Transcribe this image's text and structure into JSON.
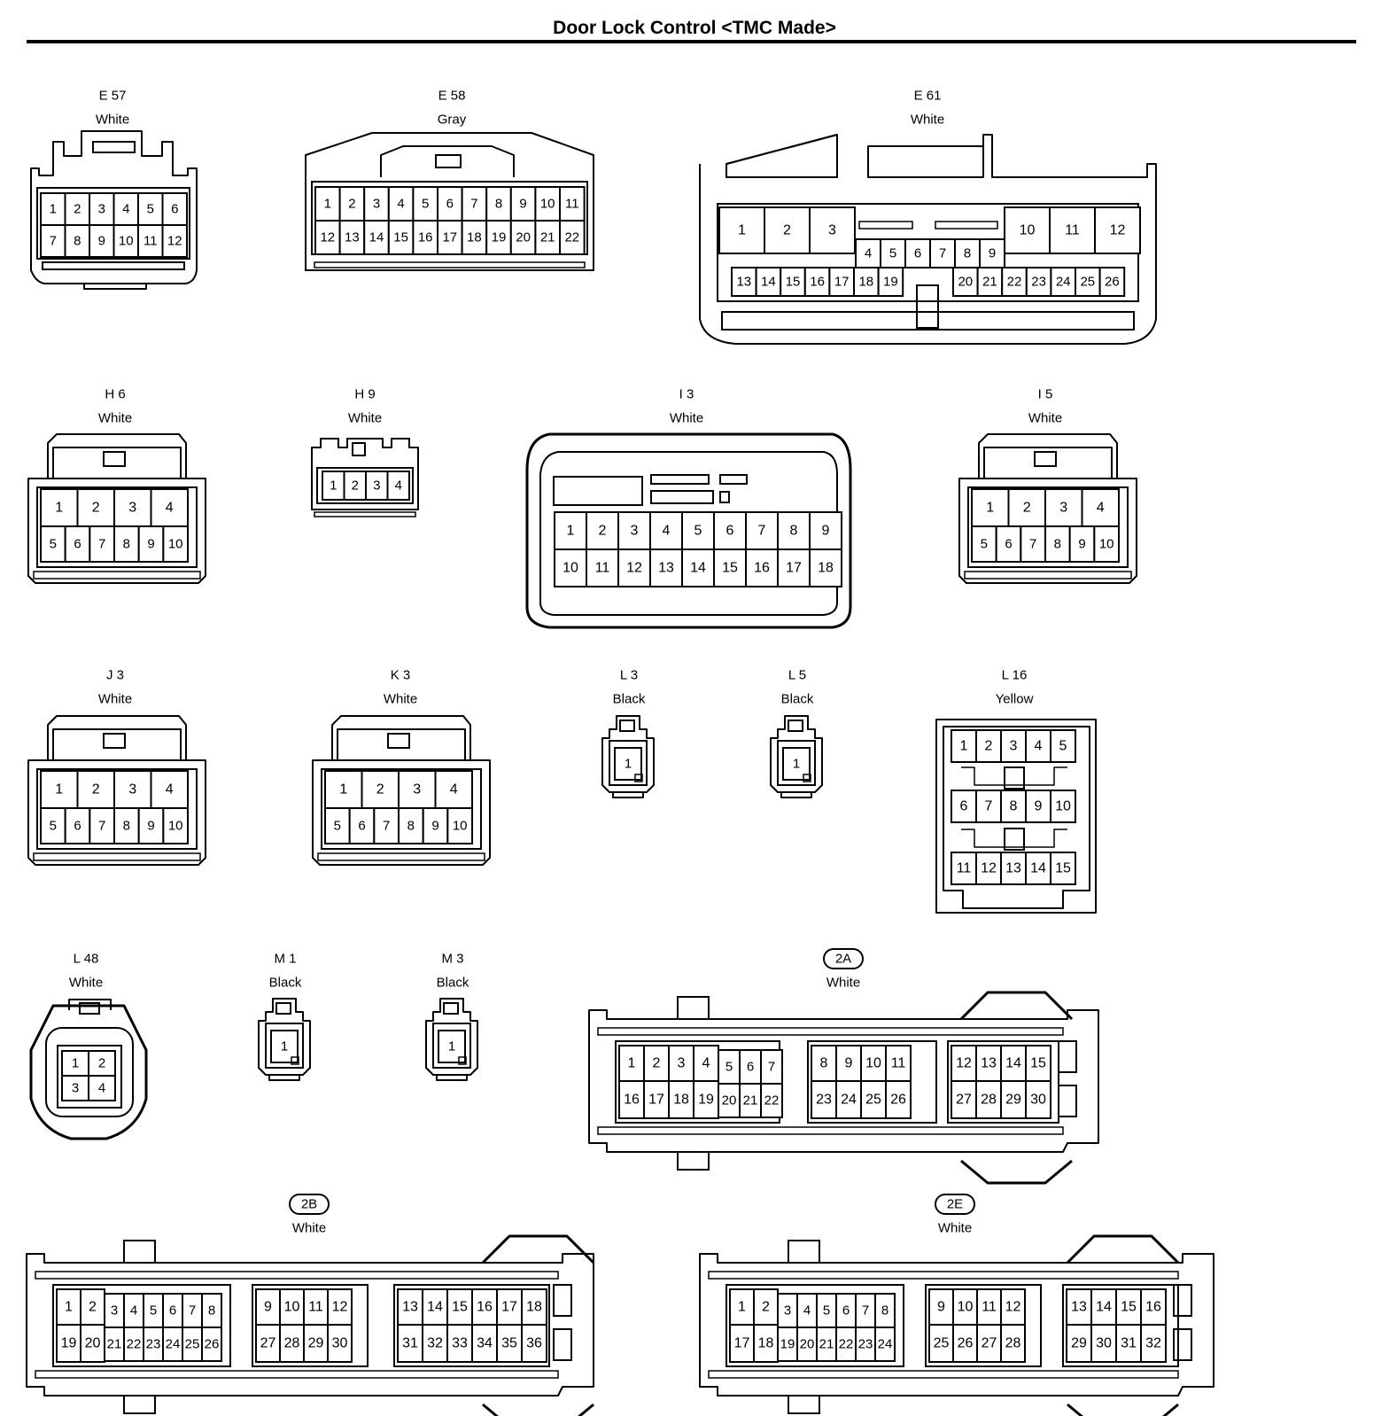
{
  "title": "Door Lock Control <TMC Made>",
  "connectors": [
    {
      "id": "E 57",
      "color": "White",
      "pins": {
        "rows": [
          [
            1,
            2,
            3,
            4,
            5,
            6
          ],
          [
            7,
            8,
            9,
            10,
            11,
            12
          ]
        ]
      }
    },
    {
      "id": "E 58",
      "color": "Gray",
      "pins": {
        "rows": [
          [
            1,
            2,
            3,
            4,
            5,
            6,
            7,
            8,
            9,
            10,
            11
          ],
          [
            12,
            13,
            14,
            15,
            16,
            17,
            18,
            19,
            20,
            21,
            22
          ]
        ]
      }
    },
    {
      "id": "E 61",
      "color": "White",
      "pins": {
        "left_top": [
          1,
          2,
          3
        ],
        "mid_top": [
          4,
          5,
          6,
          7,
          8,
          9
        ],
        "right_top": [
          10,
          11,
          12
        ],
        "left_bottom": [
          13,
          14,
          15,
          16,
          17,
          18,
          19
        ],
        "right_bottom": [
          20,
          21,
          22,
          23,
          24,
          25,
          26
        ]
      }
    },
    {
      "id": "H 6",
      "color": "White",
      "pins": {
        "rows": [
          [
            1,
            2,
            3,
            4
          ],
          [
            5,
            6,
            7,
            8,
            9,
            10
          ]
        ]
      }
    },
    {
      "id": "H 9",
      "color": "White",
      "pins": {
        "rows": [
          [
            1,
            2,
            3,
            4
          ]
        ]
      }
    },
    {
      "id": "I 3",
      "color": "White",
      "pins": {
        "rows": [
          [
            1,
            2,
            3,
            4,
            5,
            6,
            7,
            8,
            9
          ],
          [
            10,
            11,
            12,
            13,
            14,
            15,
            16,
            17,
            18
          ]
        ]
      }
    },
    {
      "id": "I 5",
      "color": "White",
      "pins": {
        "rows": [
          [
            1,
            2,
            3,
            4
          ],
          [
            5,
            6,
            7,
            8,
            9,
            10
          ]
        ]
      }
    },
    {
      "id": "J 3",
      "color": "White",
      "pins": {
        "rows": [
          [
            1,
            2,
            3,
            4
          ],
          [
            5,
            6,
            7,
            8,
            9,
            10
          ]
        ]
      }
    },
    {
      "id": "K 3",
      "color": "White",
      "pins": {
        "rows": [
          [
            1,
            2,
            3,
            4
          ],
          [
            5,
            6,
            7,
            8,
            9,
            10
          ]
        ]
      }
    },
    {
      "id": "L 3",
      "color": "Black",
      "pins": {
        "rows": [
          [
            1
          ]
        ]
      }
    },
    {
      "id": "L 5",
      "color": "Black",
      "pins": {
        "rows": [
          [
            1
          ]
        ]
      }
    },
    {
      "id": "L 16",
      "color": "Yellow",
      "pins": {
        "rows": [
          [
            1,
            2,
            3,
            4,
            5
          ],
          [
            6,
            7,
            8,
            9,
            10
          ],
          [
            11,
            12,
            13,
            14,
            15
          ]
        ]
      }
    },
    {
      "id": "L 48",
      "color": "White",
      "pins": {
        "rows": [
          [
            1,
            2
          ],
          [
            3,
            4
          ]
        ]
      }
    },
    {
      "id": "M 1",
      "color": "Black",
      "pins": {
        "rows": [
          [
            1
          ]
        ]
      }
    },
    {
      "id": "M 3",
      "color": "Black",
      "pins": {
        "rows": [
          [
            1
          ]
        ]
      }
    },
    {
      "id": "2A",
      "color": "White",
      "badge": true,
      "pins": {
        "blocks": [
          {
            "top": [
              1,
              2,
              3,
              4
            ],
            "top_small": [
              5,
              6,
              7
            ],
            "bottom": [
              16,
              17,
              18,
              19
            ],
            "bottom_small": [
              20,
              21,
              22
            ]
          },
          {
            "top": [
              8,
              9,
              10,
              11
            ],
            "bottom": [
              23,
              24,
              25,
              26
            ]
          },
          {
            "top": [
              12,
              13,
              14,
              15
            ],
            "bottom": [
              27,
              28,
              29,
              30
            ]
          }
        ]
      }
    },
    {
      "id": "2B",
      "color": "White",
      "badge": true,
      "pins": {
        "blocks": [
          {
            "top": [
              1,
              2
            ],
            "top_small": [
              3,
              4,
              5,
              6,
              7,
              8
            ],
            "bottom": [
              19,
              20
            ],
            "bottom_small": [
              21,
              22,
              23,
              24,
              25,
              26
            ]
          },
          {
            "top": [
              9,
              10,
              11,
              12
            ],
            "bottom": [
              27,
              28,
              29,
              30
            ]
          },
          {
            "top": [
              13,
              14,
              15,
              16,
              17,
              18
            ],
            "bottom": [
              31,
              32,
              33,
              34,
              35,
              36
            ]
          }
        ]
      }
    },
    {
      "id": "2E",
      "color": "White",
      "badge": true,
      "pins": {
        "blocks": [
          {
            "top": [
              1,
              2
            ],
            "top_small": [
              3,
              4,
              5,
              6,
              7,
              8
            ],
            "bottom": [
              17,
              18
            ],
            "bottom_small": [
              19,
              20,
              21,
              22,
              23,
              24
            ]
          },
          {
            "top": [
              9,
              10,
              11,
              12
            ],
            "bottom": [
              25,
              26,
              27,
              28
            ]
          },
          {
            "top": [
              13,
              14,
              15,
              16
            ],
            "bottom": [
              29,
              30,
              31,
              32
            ]
          }
        ]
      }
    }
  ]
}
